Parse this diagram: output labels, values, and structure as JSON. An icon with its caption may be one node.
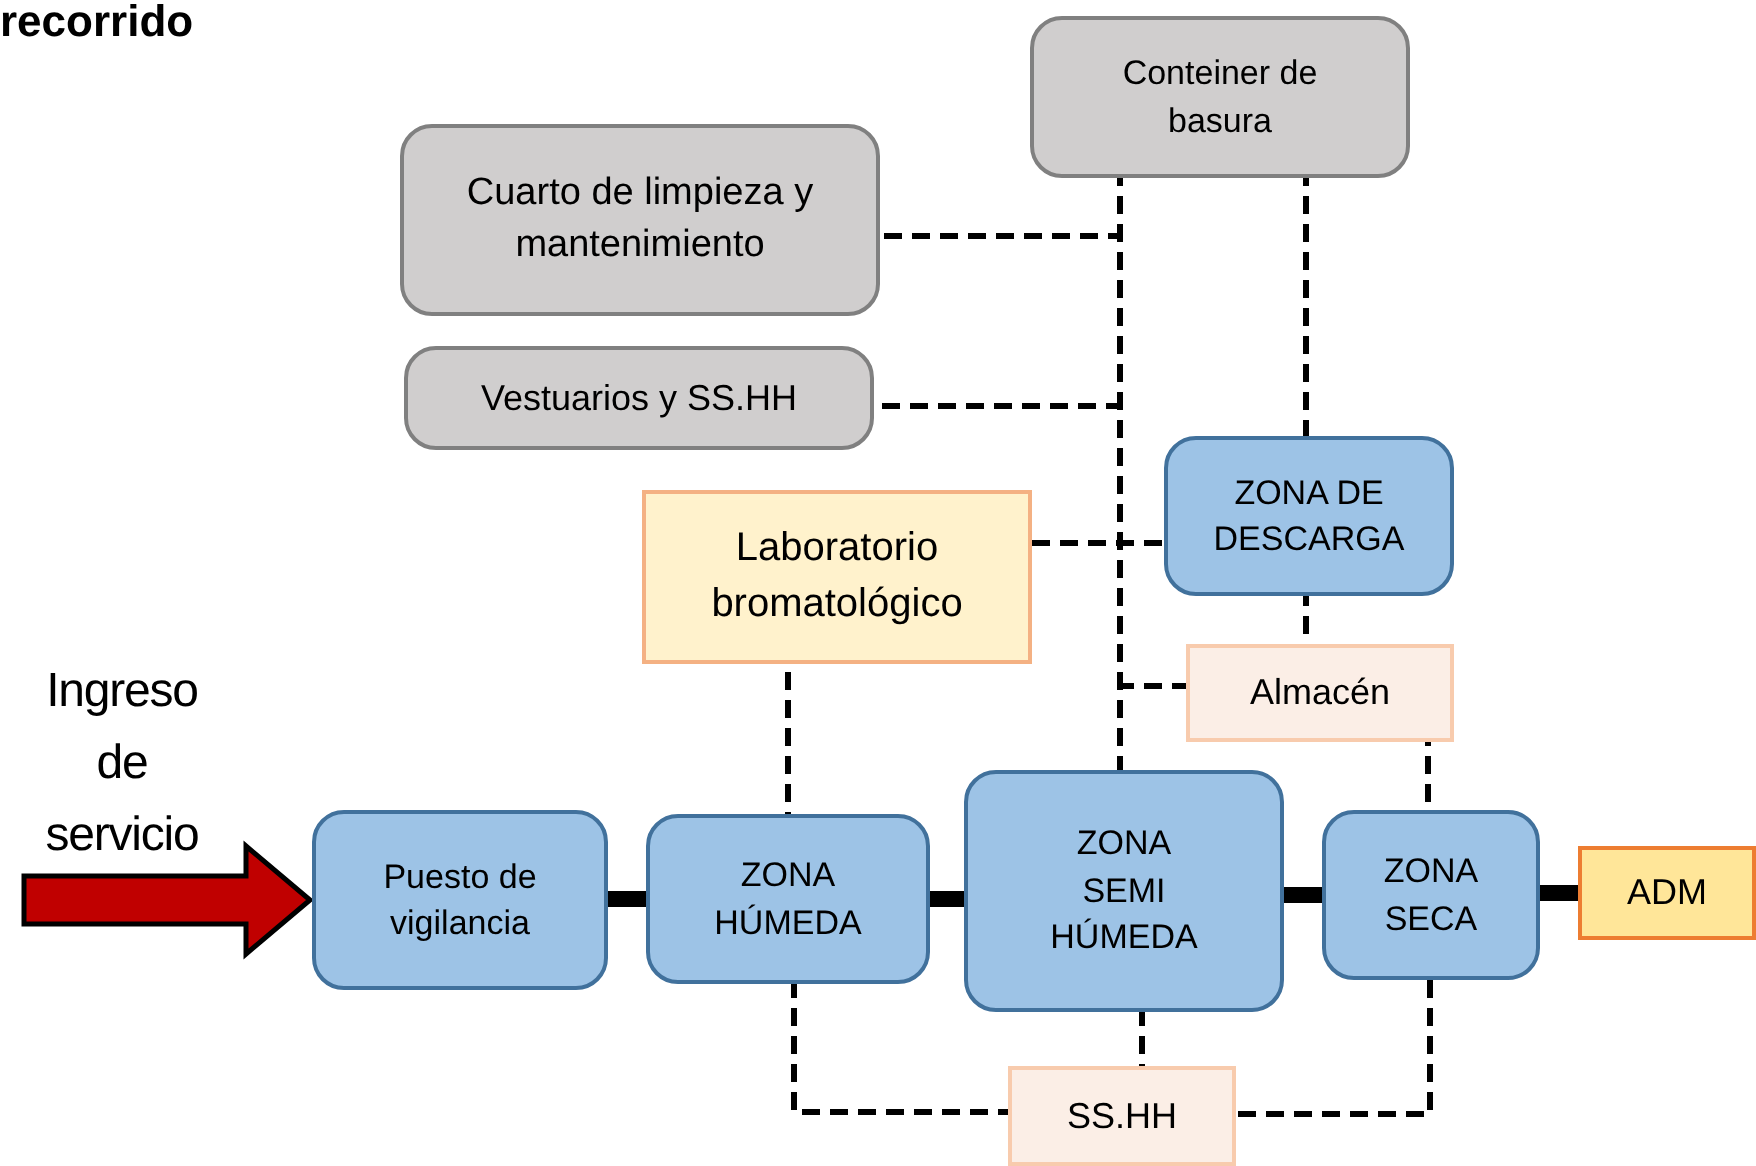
{
  "diagram": {
    "title": "recorrido",
    "nodes": [
      {
        "text": [
          "Conteiner de basura"
        ]
      },
      {
        "text": [
          "Cuarto de limpieza y mantenimiento"
        ]
      },
      {
        "text": [
          "Vestuarios y SS.HH"
        ]
      },
      {
        "text": [
          "Laboratorio bromatológico"
        ]
      },
      {
        "text": [
          "ZONA DE DESCARGA"
        ]
      },
      {
        "text": [
          "Almacén"
        ]
      },
      {
        "text": [
          "Ingreso de servicio"
        ]
      },
      {
        "text": [
          "Puesto de vigilancia"
        ]
      },
      {
        "text": [
          "ZONA HÚMEDA"
        ]
      },
      {
        "text": [
          "ZONA SEMI HÚMEDA"
        ]
      },
      {
        "text": [
          "ZONA SECA"
        ]
      },
      {
        "text": [
          "ADM"
        ]
      },
      {
        "text": [
          "SS.HH"
        ]
      }
    ],
    "edges": [
      {
        "from": 6,
        "to": 7,
        "arrow": "to",
        "style": "thick",
        "color": "#c00000"
      },
      {
        "from": 7,
        "to": 8,
        "arrow": "none",
        "style": "thick"
      },
      {
        "from": 8,
        "to": 9,
        "arrow": "none",
        "style": "thick"
      },
      {
        "from": 9,
        "to": 10,
        "arrow": "none",
        "style": "thick"
      },
      {
        "from": 10,
        "to": 11,
        "arrow": "none",
        "style": "thick"
      },
      {
        "from": 0,
        "to": 9,
        "arrow": "none",
        "style": "dashed"
      },
      {
        "from": 1,
        "to": 9,
        "arrow": "none",
        "style": "dashed"
      },
      {
        "from": 2,
        "to": 9,
        "arrow": "none",
        "style": "dashed"
      },
      {
        "from": 3,
        "to": 4,
        "arrow": "none",
        "style": "dashed"
      },
      {
        "from": 5,
        "to": 9,
        "arrow": "none",
        "style": "dashed"
      },
      {
        "from": 0,
        "to": 4,
        "arrow": "none",
        "style": "dashed"
      },
      {
        "from": 4,
        "to": 5,
        "arrow": "none",
        "style": "dashed"
      },
      {
        "from": 5,
        "to": 10,
        "arrow": "none",
        "style": "dashed"
      },
      {
        "from": 3,
        "to": 8,
        "arrow": "none",
        "style": "dashed"
      },
      {
        "from": 8,
        "to": 12,
        "arrow": "none",
        "style": "dashed"
      },
      {
        "from": 9,
        "to": 12,
        "arrow": "none",
        "style": "dashed"
      },
      {
        "from": 10,
        "to": 12,
        "arrow": "none",
        "style": "dashed"
      }
    ]
  }
}
